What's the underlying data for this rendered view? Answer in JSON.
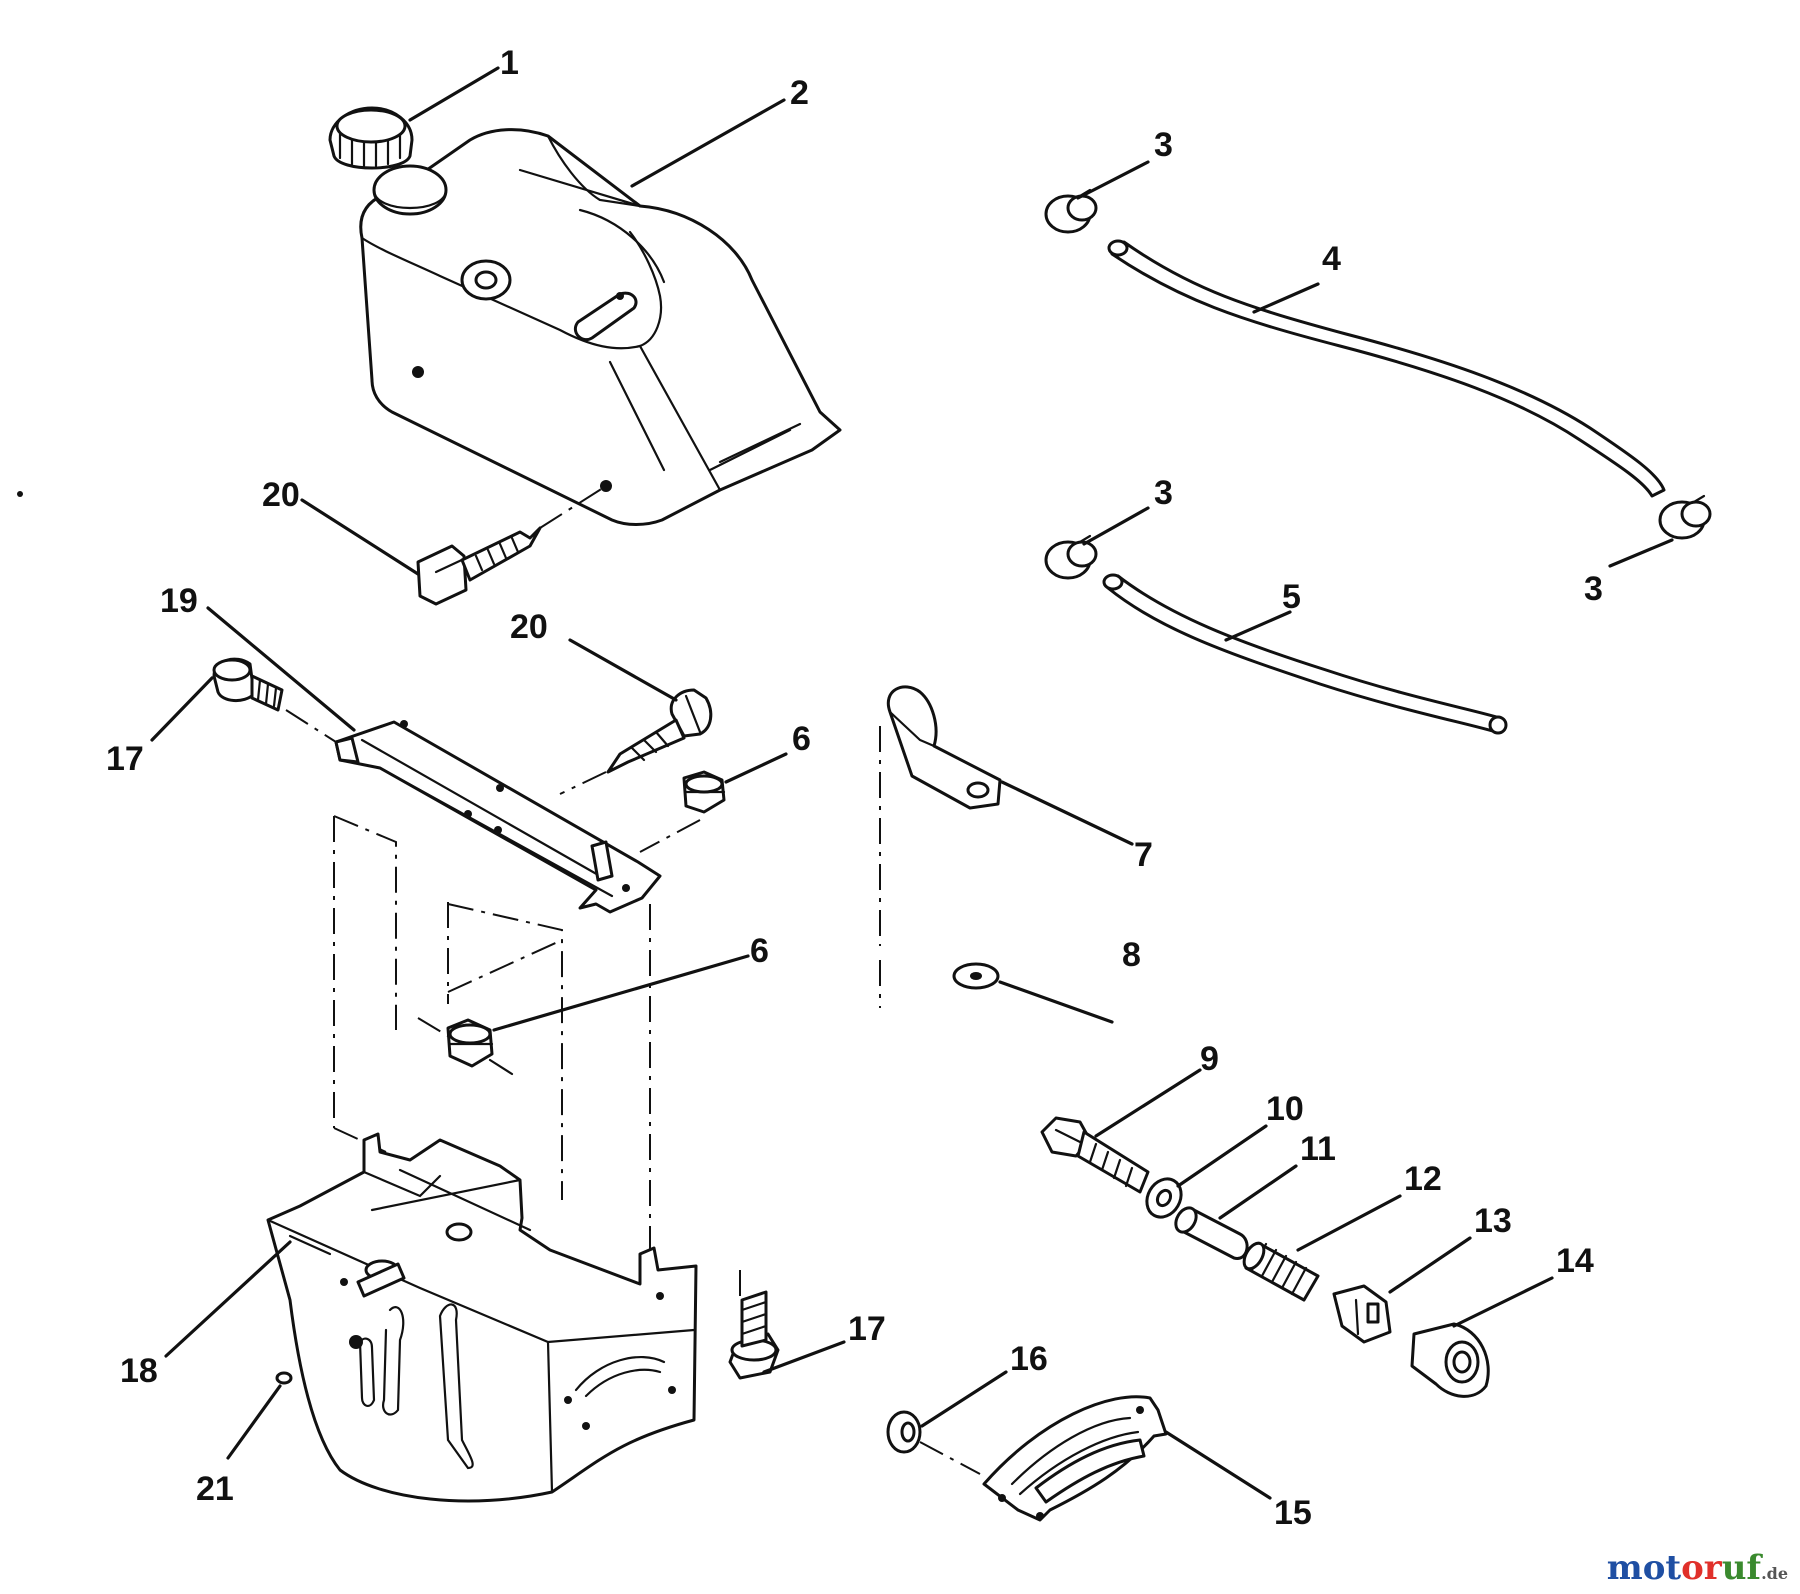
{
  "callouts": {
    "c1": "1",
    "c2": "2",
    "c3a": "3",
    "c3b": "3",
    "c3c": "3",
    "c4": "4",
    "c5": "5",
    "c6a": "6",
    "c6b": "6",
    "c7": "7",
    "c8": "8",
    "c9": "9",
    "c10": "10",
    "c11": "11",
    "c12": "12",
    "c13": "13",
    "c14": "14",
    "c15": "15",
    "c16": "16",
    "c17a": "17",
    "c17b": "17",
    "c18": "18",
    "c19": "19",
    "c20a": "20",
    "c20b": "20",
    "c21": "21"
  },
  "watermark": {
    "p1": "mot",
    "p2": "or",
    "p3": "uf",
    "p4": ".de"
  },
  "colors": {
    "line": "#111111",
    "background": "#ffffff",
    "wm_blue": "#1f4fa3",
    "wm_red": "#e0302a",
    "wm_green": "#3a8a2e"
  }
}
